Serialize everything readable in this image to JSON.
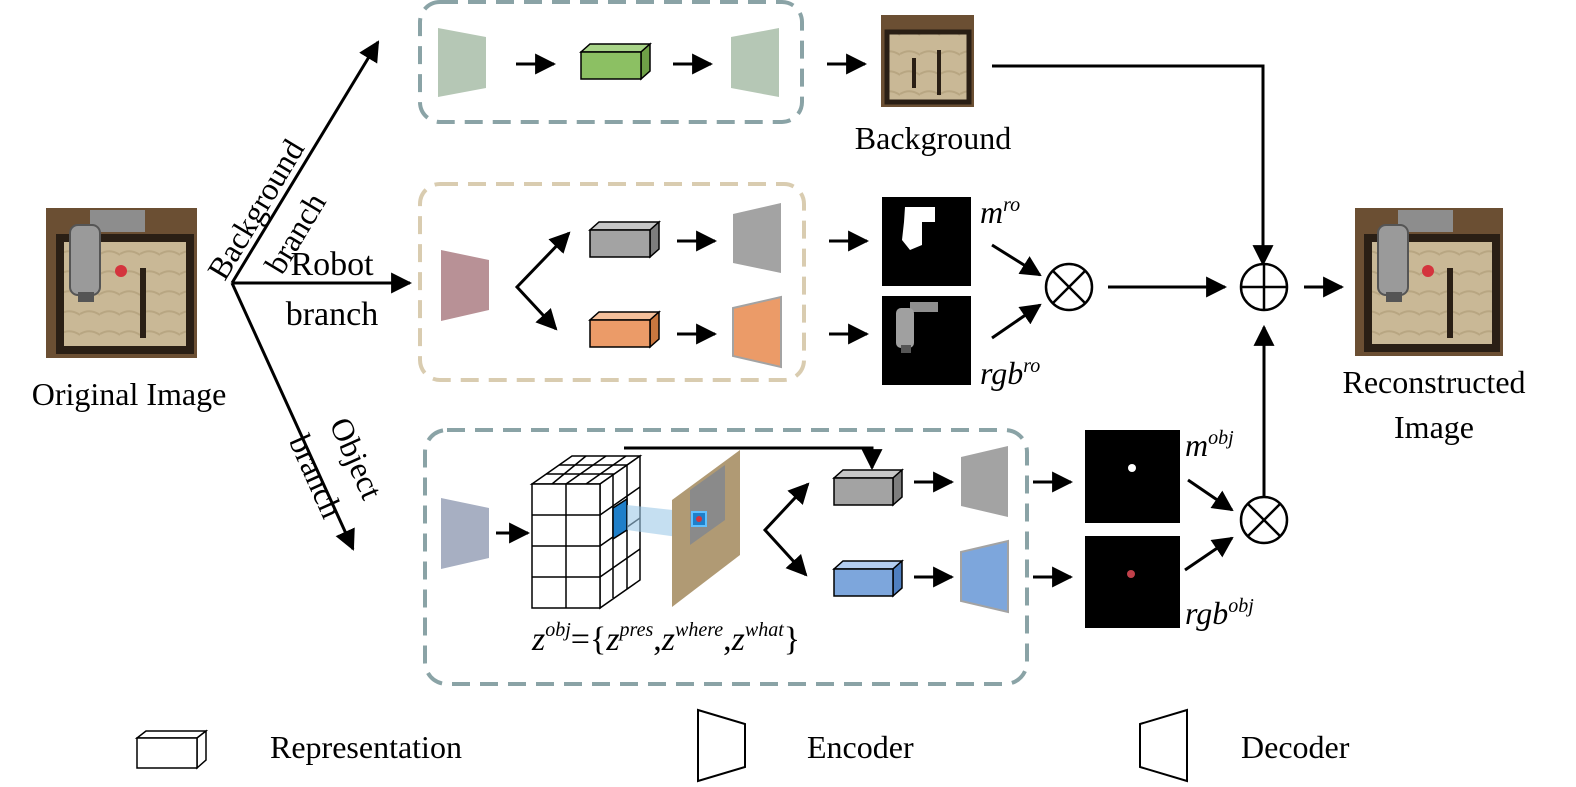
{
  "labels": {
    "original_image": "Original Image",
    "background_branch_1": "Background",
    "background_branch_2": "branch",
    "robot_branch_1": "Robot",
    "robot_branch_2": "branch",
    "object_branch_1": "Object",
    "object_branch_2": "branch",
    "background": "Background",
    "reconstructed_1": "Reconstructed",
    "reconstructed_2": "Image",
    "m_ro_base": "m",
    "m_ro_sup": "ro",
    "rgb_ro_base": "rgb",
    "rgb_ro_sup": "ro",
    "m_obj_base": "m",
    "m_obj_sup": "obj",
    "rgb_obj_base": "rgb",
    "rgb_obj_sup": "obj",
    "z_eq": {
      "z": "z",
      "obj": "obj",
      "eq": "=",
      "lbrace": "{",
      "z1": "z",
      "pres": "pres",
      "comma1": ",",
      "z2": "z",
      "where": "where",
      "comma2": ",",
      "z3": "z",
      "what": "what",
      "rbrace": "}"
    },
    "multiply_symbol": "⊗",
    "plus_symbol": "⊕"
  },
  "legend": {
    "representation": "Representation",
    "encoder": "Encoder",
    "decoder": "Decoder"
  },
  "colors": {
    "background_box_border": "#8aa3a6",
    "robot_box_border": "#d9ccb0",
    "object_box_border": "#8aa3a6",
    "bg_encoder": "#b5c7b5",
    "bg_latent": "#8cc063",
    "robot_encoder": "#b89196",
    "robot_latent_gray": "#a3a3a3",
    "robot_latent_orange": "#eb9b68",
    "object_encoder": "#a7afc2",
    "object_latent_blue": "#7da6dc",
    "highlight_cell": "#1f7fc9"
  }
}
